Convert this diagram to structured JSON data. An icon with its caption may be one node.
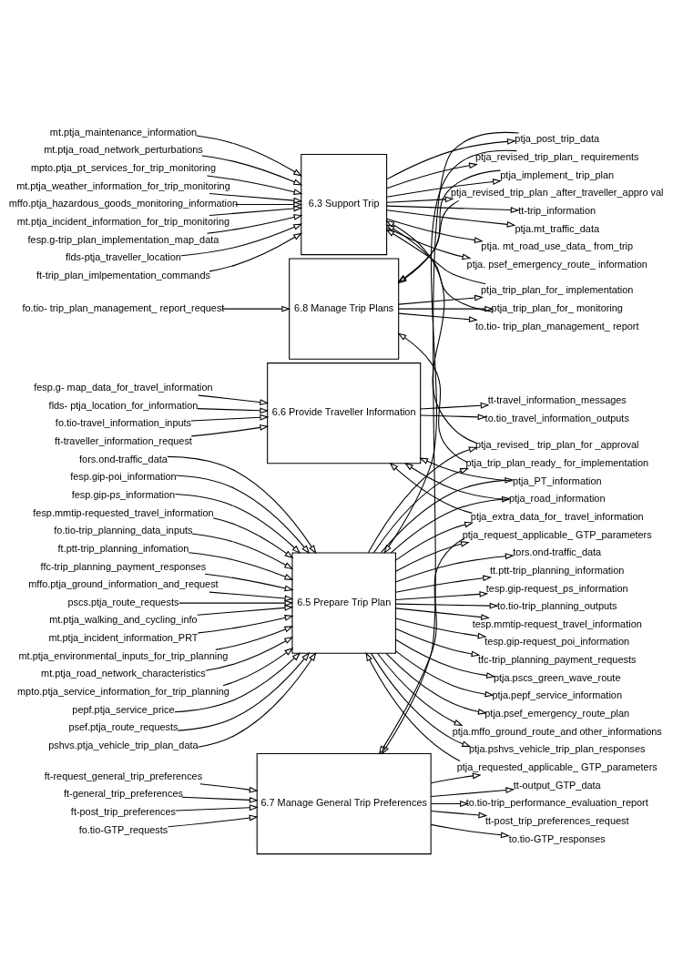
{
  "diagram": {
    "nodes": [
      {
        "text": [
          "6.7 Manage General Trip Preferences"
        ]
      },
      {
        "text": [
          "ft-request_general_trip_preferences"
        ]
      },
      {
        "text": [
          "ft-general_trip_preferences"
        ]
      },
      {
        "text": [
          "ft-post_trip_preferences"
        ]
      },
      {
        "text": [
          "fo.tio-GTP_requests"
        ]
      },
      {
        "text": [
          "tt-output_GTP_data"
        ]
      },
      {
        "text": [
          "to.tio-trip_performance_evaluation_report"
        ]
      },
      {
        "text": [
          "tt-post_trip_preferences_request"
        ]
      },
      {
        "text": [
          "to.tio-GTP_responses"
        ]
      },
      {
        "text": [
          "ptja_post_trip_data"
        ]
      },
      {
        "text": [
          "ptja_request_applicable_ GTP_parameters"
        ]
      },
      {
        "text": [
          "ptja_requested_applicable_ GTP_parameters"
        ]
      },
      {
        "text": [
          "6.5 Prepare Trip Plan"
        ]
      },
      {
        "text": [
          "fors.ond-traffic_data"
        ]
      },
      {
        "text": [
          "fesp.gip-poi_information"
        ]
      },
      {
        "text": [
          "fesp.gip-ps_information"
        ]
      },
      {
        "text": [
          "fesp.mmtip-requested_travel_information"
        ]
      },
      {
        "text": [
          "fo.tio-trip_planning_data_inputs"
        ]
      },
      {
        "text": [
          "ft.ptt-trip_planning_infomation"
        ]
      },
      {
        "text": [
          "ffc-trip_planning_payment_responses"
        ]
      },
      {
        "text": [
          "mffo.ptja_ground_information_and_request"
        ]
      },
      {
        "text": [
          "pscs.ptja_route_requests"
        ]
      },
      {
        "text": [
          "mt.ptja_walking_and_cycling_info"
        ]
      },
      {
        "text": [
          "mt.ptja_incident_information_PRT"
        ]
      },
      {
        "text": [
          "mt.ptja_environmental_inputs_for_trip_planning"
        ]
      },
      {
        "text": [
          "mt.ptja_road_network_characteristics"
        ]
      },
      {
        "text": [
          "mpto.ptja_service_information_for_trip_planning"
        ]
      },
      {
        "text": [
          "pepf.ptja_service_price"
        ]
      },
      {
        "text": [
          "psef.ptja_route_requests"
        ]
      },
      {
        "text": [
          "pshvs.ptja_vehicle_trip_plan_data"
        ]
      },
      {
        "text": [
          "tors.ond-traffic_data"
        ]
      },
      {
        "text": [
          "tt.ptt-trip_planning_information"
        ]
      },
      {
        "text": [
          "tesp.gip-request_ps_information"
        ]
      },
      {
        "text": [
          "to.tio-trip_planning_outputs"
        ]
      },
      {
        "text": [
          "tesp.mmtip-request_travel_information"
        ]
      },
      {
        "text": [
          "tesp.gip-request_poi_information"
        ]
      },
      {
        "text": [
          "tfc-trip_planning_payment_requests"
        ]
      },
      {
        "text": [
          "ptja.pscs_green_wave_route"
        ]
      },
      {
        "text": [
          "ptja.pepf_service_information"
        ]
      },
      {
        "text": [
          "ptja.psef_emergency_route_plan"
        ]
      },
      {
        "text": [
          "ptja.mffo_ground_route_and other_informations"
        ]
      },
      {
        "text": [
          "ptja.pshvs_vehicle_trip_plan_responses"
        ]
      },
      {
        "text": [
          "fo.tio- trip_plan_management_ report_request"
        ]
      },
      {
        "text": [
          "to.tio- trip_plan_management_ report"
        ]
      },
      {
        "text": [
          "ptja_trip_plan_ready_ for_implementation"
        ]
      },
      {
        "text": [
          "6.8 Manage Trip Plans"
        ]
      },
      {
        "text": [
          "ptja_PT_information"
        ]
      },
      {
        "text": [
          "ptja_road_information"
        ]
      },
      {
        "text": [
          "ptja_extra_data_for_ travel_information"
        ]
      },
      {
        "text": [
          "ptja_revised_trip_plan_ requirements"
        ]
      },
      {
        "text": [
          "ptja_implement_ trip_plan"
        ]
      },
      {
        "text": [
          "ptja_trip_plan_for_ implementation"
        ]
      },
      {
        "text": [
          "ptja_revised_trip_plan _after_traveller_appro val"
        ]
      },
      {
        "text": [
          "ptja_trip_plan_for_ monitoring"
        ]
      },
      {
        "text": [
          "ptja_revised_ trip_plan_for _approval"
        ]
      },
      {
        "text": [
          "fesp.g- map_data_for_travel_information"
        ]
      },
      {
        "text": [
          "flds- ptja_location_for_information"
        ]
      },
      {
        "text": [
          "6.6 Provide Traveller Information"
        ]
      },
      {
        "text": [
          "fo.tio-travel_information_inputs"
        ]
      },
      {
        "text": [
          "ft-traveller_information_request"
        ]
      },
      {
        "text": [
          "tt-travel_information_messages"
        ]
      },
      {
        "text": [
          "to.tio_travel_information_outputs"
        ]
      },
      {
        "text": [
          "6.3 Support Trip"
        ]
      },
      {
        "text": [
          "mt.ptja_maintenance_information"
        ]
      },
      {
        "text": [
          "mt.ptja_road_network_perturbations"
        ]
      },
      {
        "text": [
          "mpto.ptja_pt_services_for_trip_monitoring"
        ]
      },
      {
        "text": [
          "mt.ptja_weather_information_for_trip_monitoring"
        ]
      },
      {
        "text": [
          "mffo.ptja_hazardous_goods_monitoring_information"
        ]
      },
      {
        "text": [
          "mt.ptja_incident_information_for_trip_monitoring"
        ]
      },
      {
        "text": [
          "fesp.g-trip_plan_implementation_map_data"
        ]
      },
      {
        "text": [
          "flds-ptja_traveller_location"
        ]
      },
      {
        "text": [
          "ft-trip_plan_imlpementation_commands"
        ]
      },
      {
        "text": [
          "tt-trip_information"
        ]
      },
      {
        "text": [
          "ptja.mt_traffic_data"
        ]
      },
      {
        "text": [
          "ptja. mt_road_use_data_ from_trip"
        ]
      },
      {
        "text": [
          "ptja. psef_emergency_route_ information"
        ]
      }
    ],
    "edges": [
      {
        "from": 1,
        "to": 0,
        "arrow": "to"
      },
      {
        "from": 2,
        "to": 0,
        "arrow": "to"
      },
      {
        "from": 3,
        "to": 0,
        "arrow": "to"
      },
      {
        "from": 4,
        "to": 0,
        "arrow": "to"
      },
      {
        "from": 0,
        "to": 5,
        "arrow": "to"
      },
      {
        "from": 0,
        "to": 6,
        "arrow": "to"
      },
      {
        "from": 0,
        "to": 7,
        "arrow": "to"
      },
      {
        "from": 0,
        "to": 8,
        "arrow": "to"
      },
      {
        "from": 62,
        "to": 9,
        "arrow": "to"
      },
      {
        "from": 9,
        "to": 0,
        "arrow": "to"
      },
      {
        "from": 12,
        "to": 10,
        "arrow": "to"
      },
      {
        "from": 10,
        "to": 0,
        "arrow": "to"
      },
      {
        "from": 0,
        "to": 11,
        "arrow": "to"
      },
      {
        "from": 11,
        "to": 12,
        "arrow": "to"
      },
      {
        "from": 13,
        "to": 12,
        "arrow": "to"
      },
      {
        "from": 14,
        "to": 12,
        "arrow": "to"
      },
      {
        "from": 15,
        "to": 12,
        "arrow": "to"
      },
      {
        "from": 16,
        "to": 12,
        "arrow": "to"
      },
      {
        "from": 17,
        "to": 12,
        "arrow": "to"
      },
      {
        "from": 18,
        "to": 12,
        "arrow": "to"
      },
      {
        "from": 19,
        "to": 12,
        "arrow": "to"
      },
      {
        "from": 20,
        "to": 12,
        "arrow": "to"
      },
      {
        "from": 21,
        "to": 12,
        "arrow": "to"
      },
      {
        "from": 22,
        "to": 12,
        "arrow": "to"
      },
      {
        "from": 23,
        "to": 12,
        "arrow": "to"
      },
      {
        "from": 24,
        "to": 12,
        "arrow": "to"
      },
      {
        "from": 25,
        "to": 12,
        "arrow": "to"
      },
      {
        "from": 26,
        "to": 12,
        "arrow": "to"
      },
      {
        "from": 27,
        "to": 12,
        "arrow": "to"
      },
      {
        "from": 28,
        "to": 12,
        "arrow": "to"
      },
      {
        "from": 29,
        "to": 12,
        "arrow": "to"
      },
      {
        "from": 12,
        "to": 30,
        "arrow": "to"
      },
      {
        "from": 12,
        "to": 31,
        "arrow": "to"
      },
      {
        "from": 12,
        "to": 32,
        "arrow": "to"
      },
      {
        "from": 12,
        "to": 33,
        "arrow": "to"
      },
      {
        "from": 12,
        "to": 34,
        "arrow": "to"
      },
      {
        "from": 12,
        "to": 35,
        "arrow": "to"
      },
      {
        "from": 12,
        "to": 36,
        "arrow": "to"
      },
      {
        "from": 12,
        "to": 37,
        "arrow": "to"
      },
      {
        "from": 12,
        "to": 38,
        "arrow": "to"
      },
      {
        "from": 12,
        "to": 39,
        "arrow": "to"
      },
      {
        "from": 12,
        "to": 40,
        "arrow": "to"
      },
      {
        "from": 12,
        "to": 41,
        "arrow": "to"
      },
      {
        "from": 42,
        "to": 45,
        "arrow": "to"
      },
      {
        "from": 45,
        "to": 43,
        "arrow": "to"
      },
      {
        "from": 12,
        "to": 44,
        "arrow": "to"
      },
      {
        "from": 44,
        "to": 45,
        "arrow": "to"
      },
      {
        "from": 12,
        "to": 46,
        "arrow": "to"
      },
      {
        "from": 46,
        "to": 57,
        "arrow": "to"
      },
      {
        "from": 12,
        "to": 47,
        "arrow": "to"
      },
      {
        "from": 47,
        "to": 57,
        "arrow": "to"
      },
      {
        "from": 12,
        "to": 48,
        "arrow": "to"
      },
      {
        "from": 48,
        "to": 57,
        "arrow": "to"
      },
      {
        "from": 62,
        "to": 49,
        "arrow": "to"
      },
      {
        "from": 49,
        "to": 12,
        "arrow": "to"
      },
      {
        "from": 62,
        "to": 50,
        "arrow": "to"
      },
      {
        "from": 50,
        "to": 45,
        "arrow": "to"
      },
      {
        "from": 45,
        "to": 51,
        "arrow": "to"
      },
      {
        "from": 51,
        "to": 62,
        "arrow": "to"
      },
      {
        "from": 62,
        "to": 52,
        "arrow": "to"
      },
      {
        "from": 52,
        "to": 45,
        "arrow": "to"
      },
      {
        "from": 45,
        "to": 53,
        "arrow": "to"
      },
      {
        "from": 53,
        "to": 62,
        "arrow": "to"
      },
      {
        "from": 12,
        "to": 54,
        "arrow": "to"
      },
      {
        "from": 54,
        "to": 62,
        "arrow": "to"
      },
      {
        "from": 55,
        "to": 57,
        "arrow": "to"
      },
      {
        "from": 56,
        "to": 57,
        "arrow": "to"
      },
      {
        "from": 58,
        "to": 57,
        "arrow": "to"
      },
      {
        "from": 59,
        "to": 57,
        "arrow": "to"
      },
      {
        "from": 57,
        "to": 60,
        "arrow": "to"
      },
      {
        "from": 57,
        "to": 61,
        "arrow": "to"
      },
      {
        "from": 63,
        "to": 62,
        "arrow": "to"
      },
      {
        "from": 64,
        "to": 62,
        "arrow": "to"
      },
      {
        "from": 65,
        "to": 62,
        "arrow": "to"
      },
      {
        "from": 66,
        "to": 62,
        "arrow": "to"
      },
      {
        "from": 67,
        "to": 62,
        "arrow": "to"
      },
      {
        "from": 68,
        "to": 62,
        "arrow": "to"
      },
      {
        "from": 69,
        "to": 62,
        "arrow": "to"
      },
      {
        "from": 70,
        "to": 62,
        "arrow": "to"
      },
      {
        "from": 71,
        "to": 62,
        "arrow": "to"
      },
      {
        "from": 62,
        "to": 72,
        "arrow": "to"
      },
      {
        "from": 62,
        "to": 73,
        "arrow": "to"
      },
      {
        "from": 62,
        "to": 74,
        "arrow": "to"
      },
      {
        "from": 62,
        "to": 75,
        "arrow": "to"
      }
    ]
  }
}
